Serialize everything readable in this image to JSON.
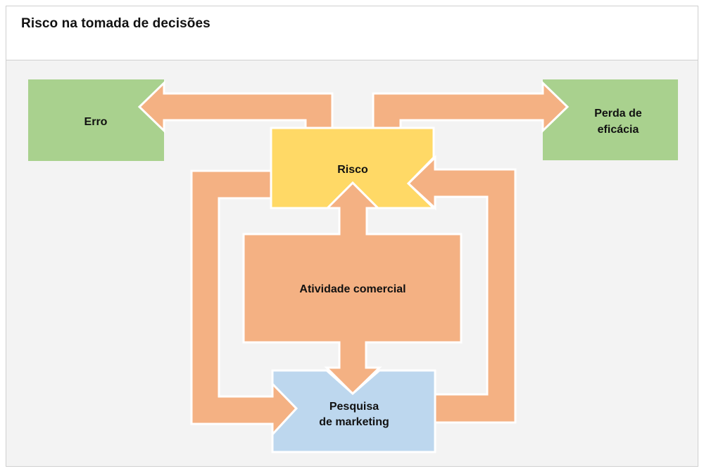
{
  "title": "Risco na tomada de decisões",
  "nodes": {
    "erro": "Erro",
    "perda": [
      "Perda de",
      "eficácia"
    ],
    "risco": "Risco",
    "atividade": "Atividade comercial",
    "pesquisa": [
      "Pesquisa",
      "de marketing"
    ]
  },
  "colors": {
    "green": "#a9d18e",
    "yellow": "#ffd966",
    "blue": "#bdd7ee",
    "orange": "#f4b183",
    "background": "#f3f3f3"
  }
}
